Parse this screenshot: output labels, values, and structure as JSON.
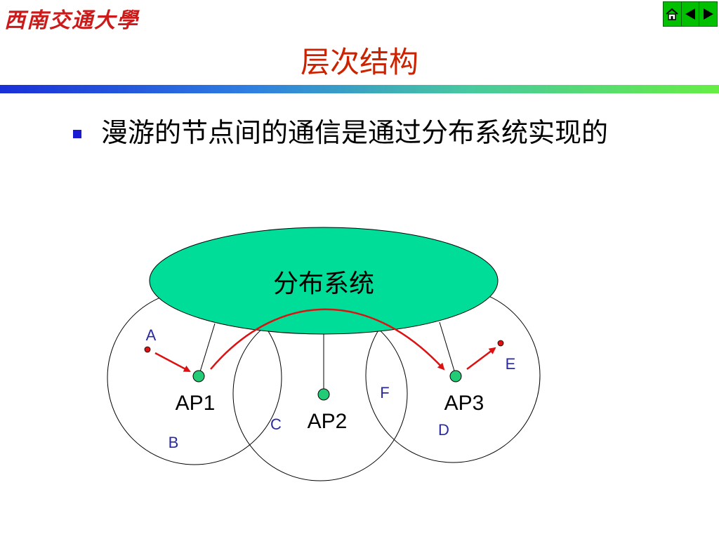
{
  "header": {
    "logo_text": "西南交通大學",
    "title": "层次结构"
  },
  "nav": {
    "icons": [
      "home-icon",
      "prev-arrow-icon",
      "next-arrow-icon"
    ]
  },
  "bullet": {
    "text": "漫游的节点间的通信是通过分布系统实现的"
  },
  "diagram": {
    "system_label": "分布系统",
    "aps": [
      "AP1",
      "AP2",
      "AP3"
    ],
    "nodes": [
      "A",
      "B",
      "C",
      "D",
      "E",
      "F"
    ]
  },
  "colors": {
    "title": "#cc2200",
    "ellipse_fill": "#00dd99",
    "ap_fill": "#22cc77",
    "arrow": "#dd1111",
    "node_label": "#2a2aa0",
    "bullet": "#1a1ad0"
  }
}
